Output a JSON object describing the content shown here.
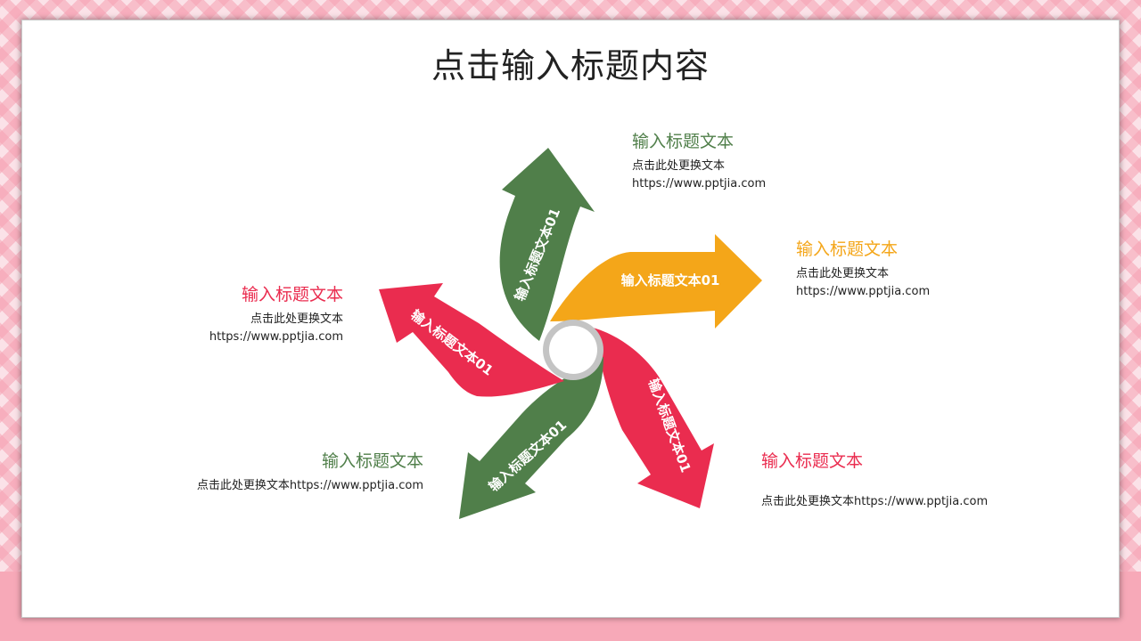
{
  "title": "点击输入标题内容",
  "colors": {
    "green": "#507f4a",
    "orange": "#f4a619",
    "red": "#ea2c4f",
    "ring": "#c4c4c4"
  },
  "arrows": [
    {
      "label": "输入标题文本01",
      "color": "green"
    },
    {
      "label": "输入标题文本01",
      "color": "orange"
    },
    {
      "label": "输入标题文本01",
      "color": "red"
    },
    {
      "label": "输入标题文本01",
      "color": "green"
    },
    {
      "label": "输入标题文本01",
      "color": "red"
    }
  ],
  "blocks": {
    "top": {
      "title": "输入标题文本",
      "line1": "点击此处更换文本",
      "line2": "https://www.pptjia.com"
    },
    "right": {
      "title": "输入标题文本",
      "line1": "点击此处更换文本",
      "line2": "https://www.pptjia.com"
    },
    "left": {
      "title": "输入标题文本",
      "line1": "点击此处更换文本",
      "line2": "https://www.pptjia.com"
    },
    "bottom_left": {
      "title": "输入标题文本",
      "line1": "点击此处更换文本https://www.pptjia.com"
    },
    "bottom_right": {
      "title": "输入标题文本",
      "line1": "点击此处更换文本https://www.pptjia.com"
    }
  }
}
